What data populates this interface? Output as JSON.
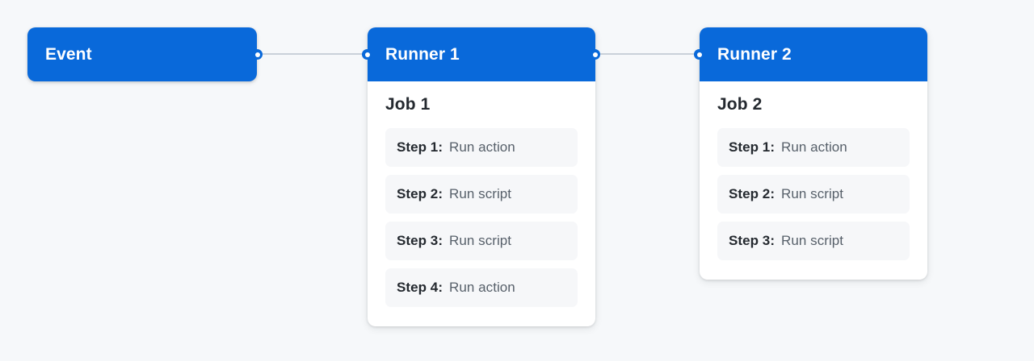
{
  "theme": {
    "background": "#f6f8fa",
    "accent_blue": "#0969da",
    "edge_color": "#c9d1d9",
    "card_background": "#ffffff",
    "step_background": "#f6f7f9",
    "text_dark": "#24292f",
    "text_muted": "#57606a",
    "text_on_accent": "#ffffff"
  },
  "diagram": {
    "type": "workflow-pipeline",
    "event_node": {
      "label": "Event"
    },
    "runners": [
      {
        "title": "Runner 1",
        "job_title": "Job 1",
        "steps": [
          {
            "label": "Step 1:",
            "description": "Run action"
          },
          {
            "label": "Step 2:",
            "description": "Run script"
          },
          {
            "label": "Step 3:",
            "description": "Run script"
          },
          {
            "label": "Step 4:",
            "description": "Run action"
          }
        ]
      },
      {
        "title": "Runner 2",
        "job_title": "Job 2",
        "steps": [
          {
            "label": "Step 1:",
            "description": "Run action"
          },
          {
            "label": "Step 2:",
            "description": "Run script"
          },
          {
            "label": "Step 3:",
            "description": "Run script"
          }
        ]
      }
    ]
  }
}
